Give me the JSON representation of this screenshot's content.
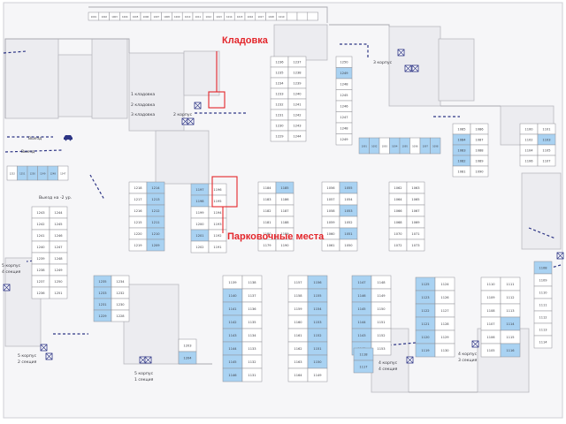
{
  "colors": {
    "background": "#ffffff",
    "floor": "#f5f5f7",
    "walls": "#c6c6cc",
    "stall_outline": "#8f8f96",
    "stall_free": "#ffffff",
    "stall_highlight": "#a9d2f2",
    "route": "#2d3585",
    "callout": "#e3262b",
    "text": "#3a3a40"
  },
  "icons": {
    "elevator": "elevator-icon",
    "car": "car-icon"
  },
  "callouts": {
    "storage": "Кладовка",
    "parking": "Парковочные места"
  },
  "signs": {
    "exit_1": "Выезд",
    "exit_2": "Выезд",
    "exit_down": "Выезд на -2 ур.",
    "building_2": "2 корпус",
    "building_3": "3 корпус",
    "building_4_sec3_a": "4 корпус",
    "building_4_sec3_b": "3 секция",
    "building_4_sec4_a": "4 корпус",
    "building_4_sec4_b": "4 секция",
    "building_5_sec1_a": "5 корпус",
    "building_5_sec1_b": "1 секция",
    "building_5_sec2_a": "5 корпус",
    "building_5_sec2_b": "2 секция",
    "building_5_left_a": "5 корпус",
    "building_5_left_b": "4 секция",
    "storage_1": "1 кладовка",
    "storage_2": "2 кладовка",
    "storage_3": "3 кладовка"
  },
  "blocks": [
    {
      "id": "top-row",
      "cols": 22,
      "labels": [
        "1001",
        "1002",
        "1003",
        "1004",
        "1005",
        "1006",
        "1007",
        "1008",
        "1009",
        "1010",
        "1011",
        "1012",
        "1013",
        "1014",
        "1015",
        "1016",
        "1017",
        "1018",
        "1019",
        "",
        "",
        ""
      ],
      "highlight": []
    },
    {
      "id": "left-wall",
      "cols": 6,
      "labels": [
        "1252",
        "1251",
        "1250",
        "1249",
        "1248",
        "1247"
      ],
      "highlight": [
        1,
        2,
        3,
        4
      ]
    },
    {
      "id": "left-col-a",
      "cols": 2,
      "labels": [
        "1243",
        "1244",
        "1242",
        "1245",
        "1241",
        "1246",
        "1240",
        "1247",
        "1239",
        "1248",
        "1238",
        "1249",
        "1237",
        "1250",
        "1236",
        "1251"
      ],
      "highlight": []
    },
    {
      "id": "left-col-b",
      "cols": 2,
      "labels": [
        "1235",
        "1234",
        "1233",
        "1232",
        "1231",
        "1230",
        "1229",
        "1228"
      ],
      "highlight": [
        0,
        2,
        4,
        6
      ]
    },
    {
      "id": "mid-col-a",
      "cols": 2,
      "labels": [
        "1218",
        "1214",
        "1217",
        "1213",
        "1216",
        "1212",
        "1215",
        "1211",
        "1220",
        "1210",
        "1219",
        "1209"
      ],
      "highlight": [
        1,
        3,
        5,
        7,
        9,
        11
      ]
    },
    {
      "id": "mid-col-b",
      "cols": 2,
      "labels": [
        "1197",
        "1196",
        "1198",
        "1195",
        "1199",
        "1194",
        "1200",
        "1193",
        "1201",
        "1192",
        "1202",
        "1191"
      ],
      "highlight": [
        0,
        2,
        8
      ]
    },
    {
      "id": "center-col-a",
      "cols": 2,
      "labels": [
        "1184",
        "1185",
        "1183",
        "1186",
        "1182",
        "1187",
        "1181",
        "1188",
        "1180",
        "1189",
        "1179",
        "1190"
      ],
      "highlight": [
        1
      ]
    },
    {
      "id": "center-col-b",
      "cols": 2,
      "labels": [
        "1165",
        "1166",
        "1164",
        "1167",
        "1163",
        "1168",
        "1162",
        "1169",
        "1161",
        "1170",
        "1160",
        "1171"
      ],
      "highlight": []
    },
    {
      "id": "upper-col-a",
      "cols": 2,
      "labels": [
        "1236",
        "1237",
        "1235",
        "1238",
        "1234",
        "1239",
        "1233",
        "1240",
        "1232",
        "1241",
        "1231",
        "1242",
        "1230",
        "1243",
        "1229",
        "1244"
      ],
      "highlight": []
    },
    {
      "id": "upper-col-b",
      "cols": 1,
      "labels": [
        "1250",
        "1249",
        "1248",
        "1245",
        "1246",
        "1247",
        "1248",
        "1249"
      ],
      "highlight": [
        1
      ]
    },
    {
      "id": "right-row",
      "cols": 8,
      "labels": [
        "1091",
        "1092",
        "1093",
        "1094",
        "1095",
        "1096",
        "1097",
        "1098"
      ],
      "highlight": [
        0,
        1,
        3,
        4,
        6,
        7
      ]
    },
    {
      "id": "right-col-a",
      "cols": 2,
      "labels": [
        "1056",
        "1055",
        "1057",
        "1054",
        "1058",
        "1053",
        "1059",
        "1052",
        "1060",
        "1051",
        "1061",
        "1050"
      ],
      "highlight": [
        1,
        5,
        9
      ]
    },
    {
      "id": "right-col-b",
      "cols": 2,
      "labels": [
        "1062",
        "1063",
        "1064",
        "1065",
        "1066",
        "1067",
        "1068",
        "1069",
        "1070",
        "1071",
        "1072",
        "1073"
      ],
      "highlight": []
    },
    {
      "id": "right-col-c",
      "cols": 2,
      "labels": [
        "1085",
        "1086",
        "1084",
        "1087",
        "1083",
        "1088",
        "1082",
        "1089",
        "1081",
        "1090"
      ],
      "highlight": [
        2,
        4,
        6
      ]
    },
    {
      "id": "far-right-col",
      "cols": 2,
      "labels": [
        "1100",
        "1101",
        "1102",
        "1103",
        "1104",
        "1105",
        "1106",
        "1107"
      ],
      "highlight": [
        3
      ]
    },
    {
      "id": "bottom-col-a",
      "cols": 2,
      "labels": [
        "1139",
        "1138",
        "1140",
        "1137",
        "1141",
        "1136",
        "1142",
        "1135",
        "1143",
        "1134",
        "1144",
        "1133",
        "1145",
        "1132",
        "1146",
        "1131"
      ],
      "highlight": [
        2,
        4,
        6,
        8,
        10,
        12,
        14
      ]
    },
    {
      "id": "bottom-col-b",
      "cols": 2,
      "labels": [
        "1157",
        "1156",
        "1158",
        "1155",
        "1159",
        "1154",
        "1160",
        "1153",
        "1161",
        "1152",
        "1162",
        "1151",
        "1163",
        "1150",
        "1164",
        "1149"
      ],
      "highlight": [
        1,
        3,
        5,
        7,
        9,
        11,
        13
      ]
    },
    {
      "id": "bottom-col-c",
      "cols": 2,
      "labels": [
        "1147",
        "1148",
        "1146",
        "1149",
        "1145",
        "1150",
        "1144",
        "1151",
        "1143",
        "1152",
        "1142",
        "1153"
      ],
      "highlight": [
        0,
        2,
        4,
        6,
        8,
        10
      ]
    },
    {
      "id": "lower-right-a",
      "cols": 2,
      "labels": [
        "1125",
        "1124",
        "1123",
        "1126",
        "1122",
        "1127",
        "1121",
        "1128",
        "1120",
        "1129",
        "1119",
        "1130"
      ],
      "highlight": [
        0,
        2,
        4,
        6,
        8,
        10
      ]
    },
    {
      "id": "lower-right-b",
      "cols": 2,
      "labels": [
        "1110",
        "1111",
        "1109",
        "1112",
        "1108",
        "1113",
        "1107",
        "1114",
        "1106",
        "1115",
        "1105",
        "1116"
      ],
      "highlight": [
        7,
        11
      ]
    },
    {
      "id": "bottom-left-pair",
      "cols": 1,
      "labels": [
        "1203",
        "1204"
      ],
      "highlight": [
        1
      ]
    },
    {
      "id": "bottom-mid-pair",
      "cols": 1,
      "labels": [
        "1118",
        "1117"
      ],
      "highlight": [
        0,
        1
      ]
    },
    {
      "id": "right-edge",
      "cols": 1,
      "labels": [
        "1108",
        "1109",
        "1110",
        "1111",
        "1112",
        "1113",
        "1114"
      ],
      "highlight": [
        0
      ]
    }
  ]
}
